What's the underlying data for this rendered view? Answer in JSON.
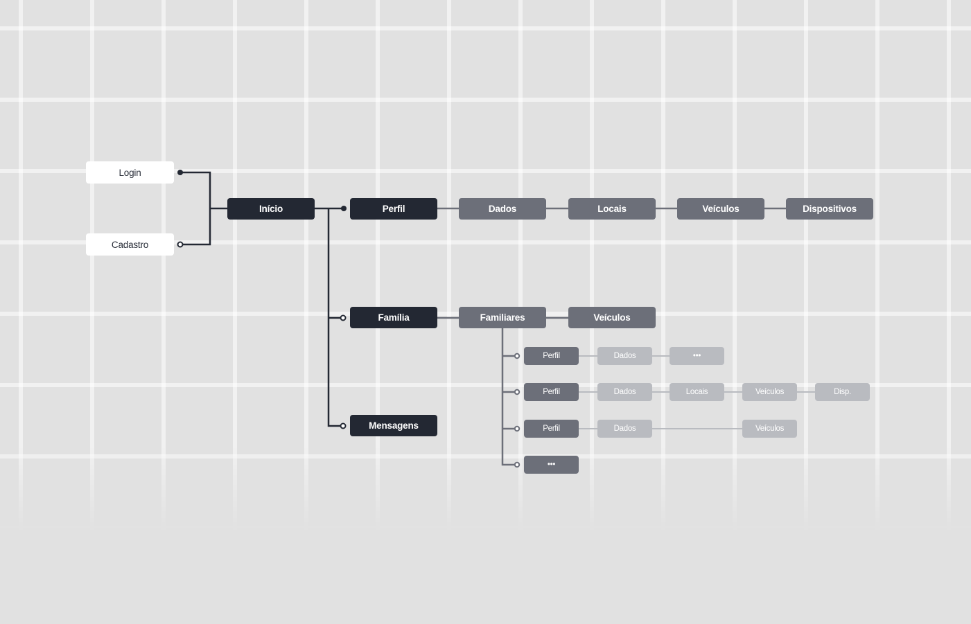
{
  "nodes": {
    "login": "Login",
    "cadastro": "Cadastro",
    "inicio": "Início",
    "perfil": "Perfil",
    "dados": "Dados",
    "locais": "Locais",
    "veiculos": "Veículos",
    "dispositivos": "Dispositivos",
    "familia": "Família",
    "familiares": "Familiares",
    "familiares_veiculos": "Veículos",
    "mensagens": "Mensagens"
  },
  "familiar_rows": [
    {
      "perfil": "Perfil",
      "dados": "Dados",
      "more": "•••"
    },
    {
      "perfil": "Perfil",
      "dados": "Dados",
      "locais": "Locais",
      "veiculos": "Veículos",
      "disp": "Disp."
    },
    {
      "perfil": "Perfil",
      "dados": "Dados",
      "veiculos": "Veículos"
    },
    {
      "more": "•••"
    }
  ],
  "colors": {
    "background": "#e1e1e1",
    "node_dark": "#232833",
    "node_mid": "#6c6f79",
    "node_light": "#b9bbc0",
    "node_white": "#ffffff",
    "link_dark": "#232833",
    "link_mid": "#6c6f79",
    "link_light": "#b9bbc0"
  }
}
